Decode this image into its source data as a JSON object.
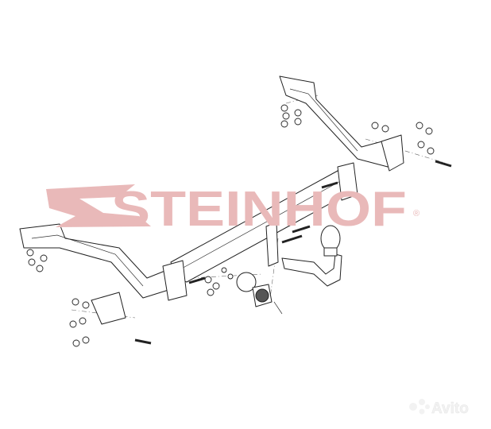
{
  "watermark": {
    "brand": "STEINHOF",
    "registered": "®",
    "color": "#e9b9b9"
  },
  "marketplace_logo": {
    "text": "Avito",
    "color": "#ffffff"
  },
  "diagram": {
    "subject": "tow-bar-assembly"
  }
}
